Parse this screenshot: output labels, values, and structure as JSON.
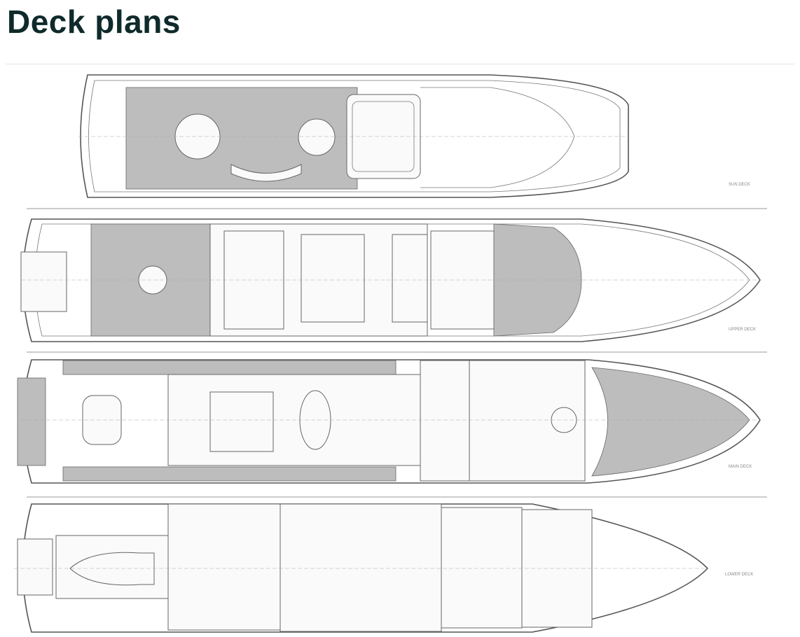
{
  "page": {
    "title": "Deck plans"
  },
  "decks": [
    {
      "name": "SUN DECK"
    },
    {
      "name": "UPPER DECK"
    },
    {
      "name": "MAIN DECK"
    },
    {
      "name": "LOWER DECK"
    }
  ],
  "colors": {
    "title": "#0f2a2a",
    "line": "#555555",
    "teak": "#bdbdbd"
  }
}
